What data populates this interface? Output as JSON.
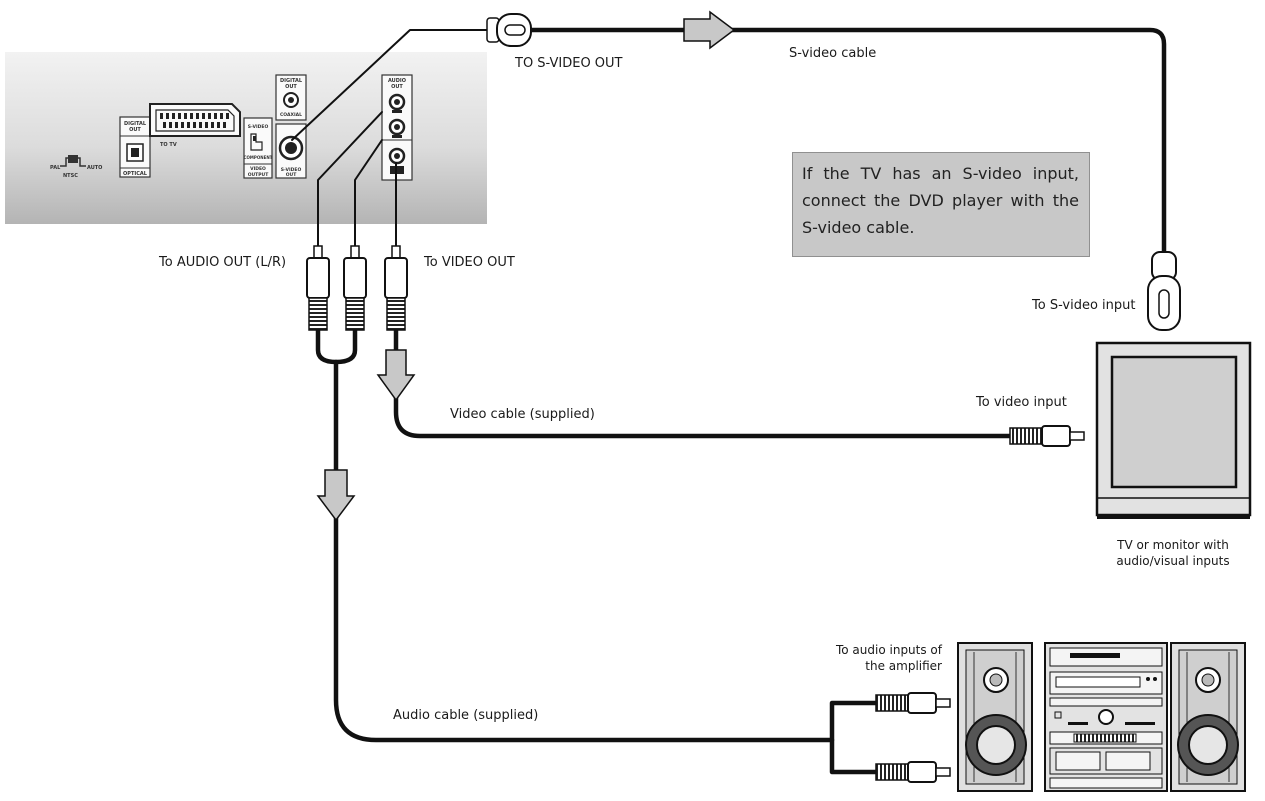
{
  "player_panel": {
    "digital_out_label": "DIGITAL\nOUT",
    "optical_label": "OPTICAL",
    "to_tv_label": "TO TV",
    "pal_label": "PAL",
    "ntsc_label": "NTSC",
    "auto_label": "AUTO",
    "svideo_label": "S-VIDEO",
    "component_label": "COMPONENT",
    "video_output_label": "VIDEO\nOUTPUT",
    "coaxial_label": "COAXIAL",
    "svideo_out_label": "S-VIDEO\nOUT",
    "audio_out_label": "AUDIO\nOUT"
  },
  "labels": {
    "to_svideo_out": "TO S-VIDEO OUT",
    "svideo_cable": "S-video cable",
    "to_audio_out": "To AUDIO OUT (L/R)",
    "to_video_out": "To VIDEO OUT",
    "to_svideo_input": "To S-video input",
    "to_video_input": "To video input",
    "video_cable": "Video cable (supplied)",
    "tv_caption": "TV or monitor with\naudio/visual inputs",
    "to_audio_inputs": "To audio inputs of\nthe amplifier",
    "audio_cable": "Audio cable (supplied)"
  },
  "note": "If the TV has an S-video input, connect the DVD player with the S-video cable."
}
